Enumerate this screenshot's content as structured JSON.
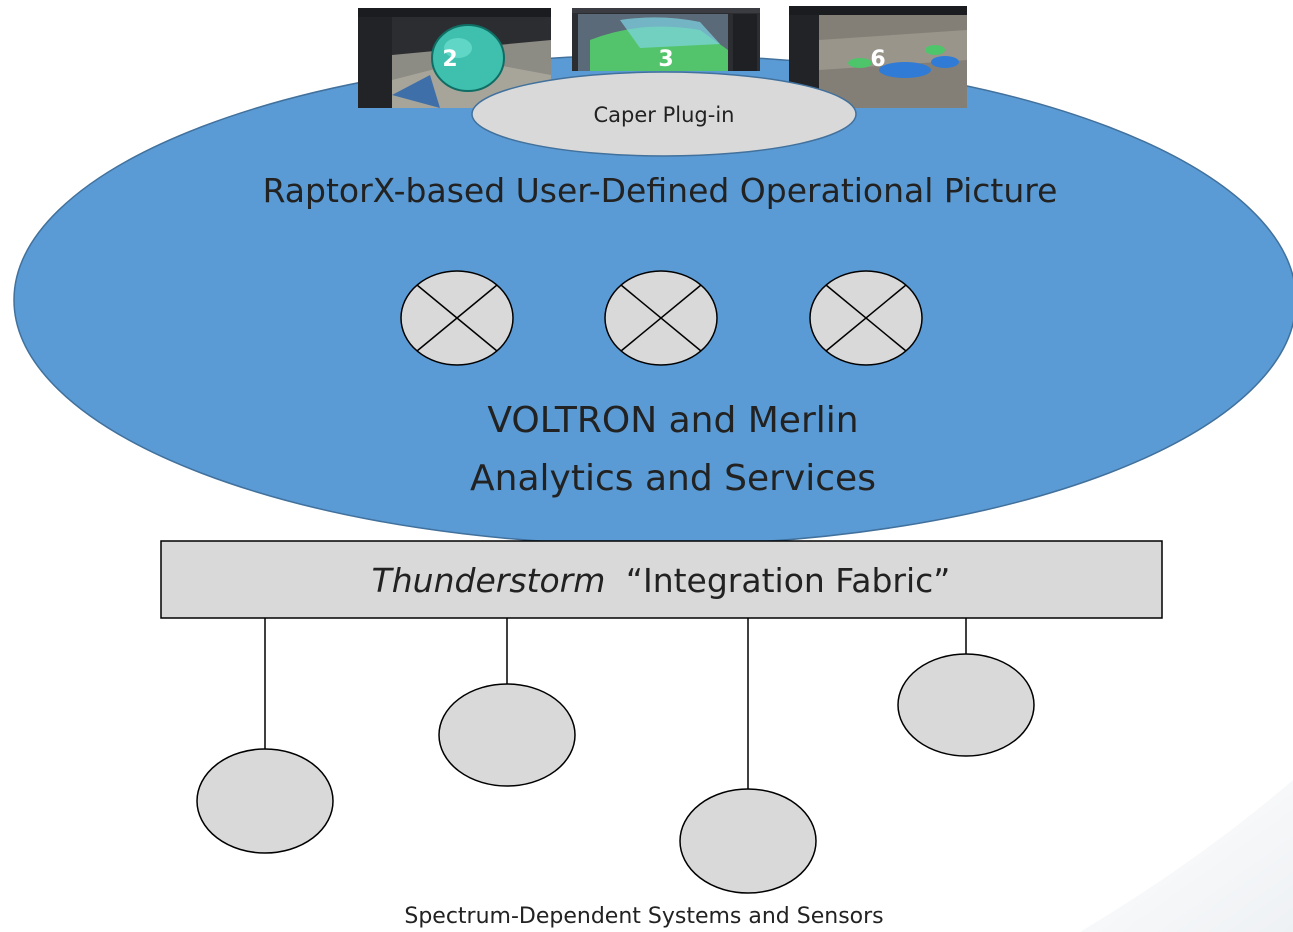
{
  "diagram": {
    "screenshots": [
      {
        "number": "2",
        "accent": "#3fbfae"
      },
      {
        "number": "3",
        "accent": "#53d36a"
      },
      {
        "number": "6",
        "accent": "#2f7bd6"
      }
    ],
    "plugin_label": "Caper Plug-in",
    "udop_label": "RaptorX-based User-Defined Operational Picture",
    "analytics_line1": "VOLTRON and Merlin",
    "analytics_line2": "Analytics and Services",
    "fabric_name": "Thunderstorm",
    "fabric_rest": "“Integration Fabric”",
    "systems_label": "Spectrum-Dependent Systems and Sensors"
  },
  "colors": {
    "big_ellipse": "#5b9bd5",
    "big_ellipse_stroke": "#41719c",
    "grey_shape": "#d9d9d9",
    "outline": "#000000"
  }
}
